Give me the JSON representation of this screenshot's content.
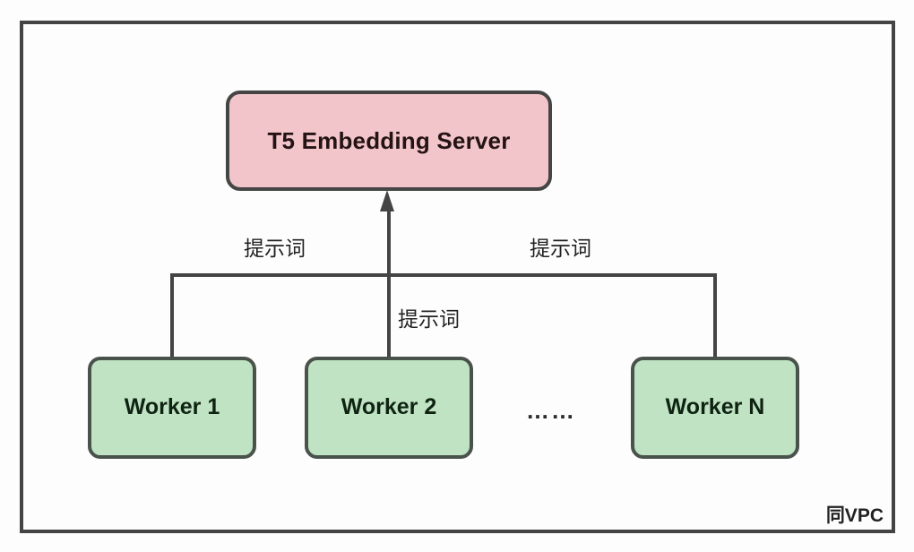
{
  "diagram": {
    "container": {
      "label": "同VPC"
    },
    "server_node": {
      "label": "T5 Embedding Server",
      "fill": "#f2c5ca",
      "border": "#454545",
      "text_color": "#241314"
    },
    "workers": [
      {
        "label": "Worker 1",
        "fill": "#bfe3c3",
        "border": "#4a524c",
        "text_color": "#0f2312"
      },
      {
        "label": "Worker 2",
        "fill": "#bfe3c3",
        "border": "#4a524c",
        "text_color": "#0f2312"
      },
      {
        "label": "Worker N",
        "fill": "#bfe3c3",
        "border": "#4a524c",
        "text_color": "#0f2312"
      }
    ],
    "ellipsis": "……",
    "edge_labels": [
      {
        "text": "提示词",
        "position": "left"
      },
      {
        "text": "提示词",
        "position": "middle"
      },
      {
        "text": "提示词",
        "position": "right"
      }
    ],
    "line_color": "#444444",
    "background": "#fdfdfd"
  }
}
